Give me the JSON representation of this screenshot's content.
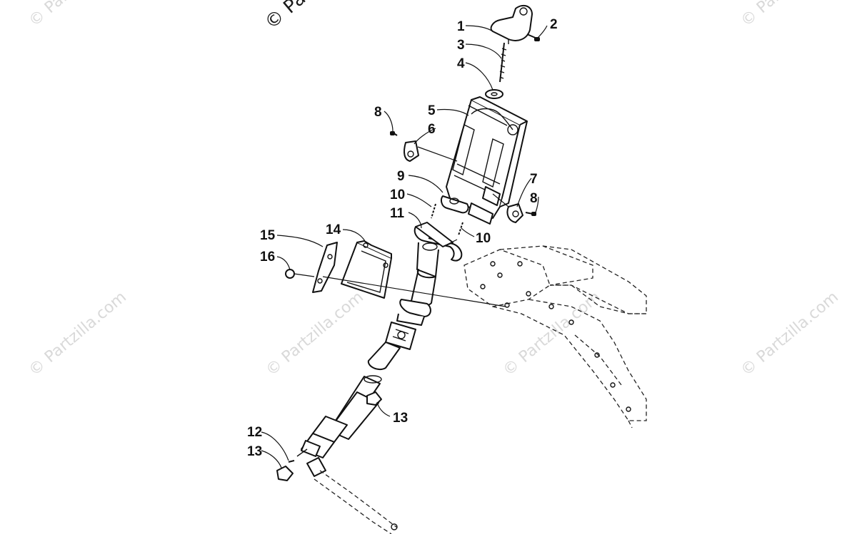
{
  "watermarks": {
    "top_notice": "© Part",
    "repeated_text": "© Partzilla.com"
  },
  "callouts": [
    {
      "id": "c1",
      "label": "1"
    },
    {
      "id": "c2",
      "label": "2"
    },
    {
      "id": "c3",
      "label": "3"
    },
    {
      "id": "c4",
      "label": "4"
    },
    {
      "id": "c5",
      "label": "5"
    },
    {
      "id": "c6",
      "label": "6"
    },
    {
      "id": "c7",
      "label": "7"
    },
    {
      "id": "c8a",
      "label": "8"
    },
    {
      "id": "c8b",
      "label": "8"
    },
    {
      "id": "c9",
      "label": "9"
    },
    {
      "id": "c10a",
      "label": "10"
    },
    {
      "id": "c10b",
      "label": "10"
    },
    {
      "id": "c11",
      "label": "11"
    },
    {
      "id": "c12",
      "label": "12"
    },
    {
      "id": "c13a",
      "label": "13"
    },
    {
      "id": "c13b",
      "label": "13"
    },
    {
      "id": "c14",
      "label": "14"
    },
    {
      "id": "c15",
      "label": "15"
    },
    {
      "id": "c16",
      "label": "16"
    }
  ],
  "colors": {
    "line": "#111111",
    "watermark": "#d9d9d9",
    "background": "#ffffff"
  }
}
